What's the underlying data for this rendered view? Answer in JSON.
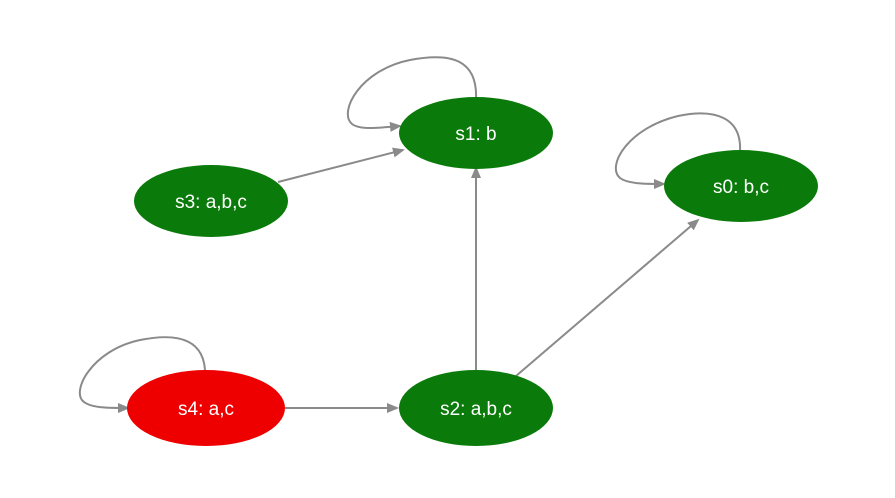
{
  "colors": {
    "normal_node": "#0a7a0a",
    "highlight_node": "#ee0000",
    "edge": "#8a8a8a",
    "label_text": "#ffffff"
  },
  "nodes": [
    {
      "id": "s1",
      "label": "s1: b",
      "highlighted": false
    },
    {
      "id": "s3",
      "label": "s3: a,b,c",
      "highlighted": false
    },
    {
      "id": "s0",
      "label": "s0: b,c",
      "highlighted": false
    },
    {
      "id": "s4",
      "label": "s4: a,c",
      "highlighted": true
    },
    {
      "id": "s2",
      "label": "s2: a,b,c",
      "highlighted": false
    }
  ],
  "edges": [
    {
      "from": "s1",
      "to": "s1"
    },
    {
      "from": "s0",
      "to": "s0"
    },
    {
      "from": "s4",
      "to": "s4"
    },
    {
      "from": "s3",
      "to": "s1"
    },
    {
      "from": "s2",
      "to": "s1"
    },
    {
      "from": "s2",
      "to": "s0"
    },
    {
      "from": "s4",
      "to": "s2"
    }
  ]
}
